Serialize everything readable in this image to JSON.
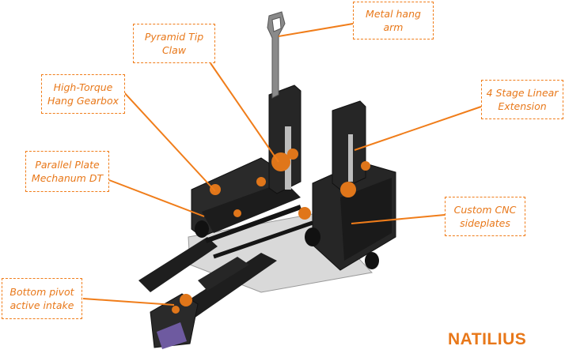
{
  "callouts": [
    {
      "id": "metal-hang-arm",
      "label": "Metal hang arm"
    },
    {
      "id": "pyramid-tip-claw",
      "label": "Pyramid Tip Claw"
    },
    {
      "id": "high-torque-hang-gearbox",
      "label": "High-Torque Hang Gearbox"
    },
    {
      "id": "four-stage-linear-extension",
      "label": "4 Stage Linear Extension"
    },
    {
      "id": "parallel-plate-mechanum-dt",
      "label": "Parallel Plate Mechanum DT"
    },
    {
      "id": "custom-cnc-sideplates",
      "label": "Custom CNC sideplates"
    },
    {
      "id": "bottom-pivot-active-intake",
      "label": "Bottom pivot active intake"
    }
  ],
  "brand": {
    "name": "NATILIUS"
  },
  "colors": {
    "accent": "#f07d1a",
    "label_text": "#e8781a",
    "robot_dark": "#1e1e1e",
    "robot_orange": "#e0761a",
    "plate_grey": "#d8d8d8",
    "intake_purple": "#6e5aa0"
  }
}
